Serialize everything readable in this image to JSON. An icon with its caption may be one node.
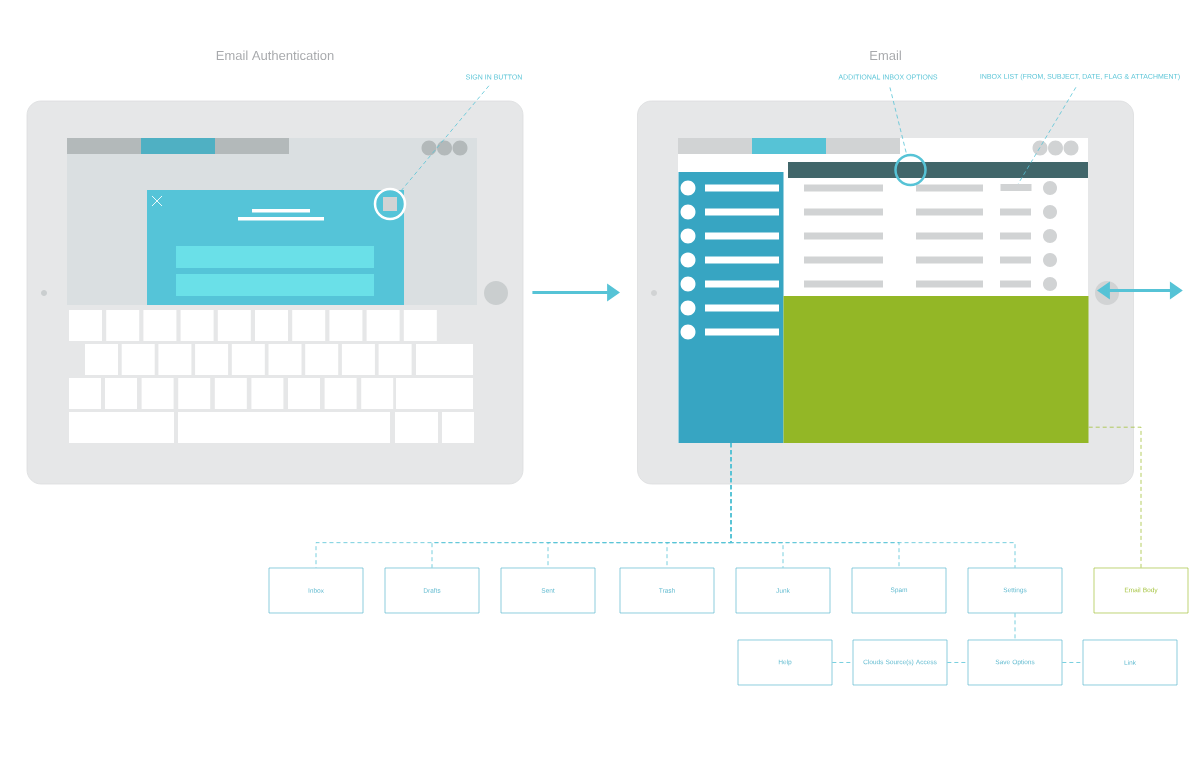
{
  "diagram": {
    "nodes": [
      {
        "text": [
          "Email Authentication"
        ]
      },
      {
        "text": [],
        "shape": "circle",
        "in": 0
      },
      {
        "text": [
          "SIGN IN BUTTON"
        ]
      },
      {
        "text": [
          "Email"
        ]
      },
      {
        "text": [],
        "shape": "circle",
        "in": 3
      },
      {
        "text": [
          "ADDITIONAL INBOX OPTIONS"
        ]
      },
      {
        "text": [],
        "shape": "bar",
        "in": 3
      },
      {
        "text": [
          "INBOX LIST (FROM, SUBJECT, DATE, FLAG & ATTACHMENT)"
        ]
      },
      {
        "text": [],
        "shape": "box",
        "in": 3
      },
      {
        "text": [],
        "shape": "box",
        "in": 3
      },
      {
        "text": [
          "Inbox"
        ]
      },
      {
        "text": [
          "Drafts"
        ]
      },
      {
        "text": [
          "Sent"
        ]
      },
      {
        "text": [
          "Trash"
        ]
      },
      {
        "text": [
          "Junk"
        ]
      },
      {
        "text": [
          "Spam"
        ]
      },
      {
        "text": [
          "Settings"
        ]
      },
      {
        "text": [
          "Email Body"
        ]
      },
      {
        "text": [
          "Help"
        ]
      },
      {
        "text": [
          "Clouds Source(s) Access"
        ]
      },
      {
        "text": [
          "Save Options"
        ]
      },
      {
        "text": [
          "Link"
        ]
      }
    ],
    "edges": [
      {
        "from": 0,
        "to": 3,
        "arrow": "to",
        "style": "thick"
      },
      {
        "from": 3,
        "to": null,
        "arrow": "both",
        "style": "thick"
      },
      {
        "from": 2,
        "to": 1,
        "arrow": "none",
        "style": "dashed"
      },
      {
        "from": 5,
        "to": 4,
        "arrow": "none",
        "style": "dashed"
      },
      {
        "from": 7,
        "to": 6,
        "arrow": "none",
        "style": "dashed"
      },
      {
        "from": 8,
        "to": 10,
        "arrow": "none",
        "style": "dashed"
      },
      {
        "from": 8,
        "to": 11,
        "arrow": "none",
        "style": "dashed"
      },
      {
        "from": 8,
        "to": 12,
        "arrow": "none",
        "style": "dashed"
      },
      {
        "from": 8,
        "to": 13,
        "arrow": "none",
        "style": "dashed"
      },
      {
        "from": 8,
        "to": 14,
        "arrow": "none",
        "style": "dashed"
      },
      {
        "from": 8,
        "to": 15,
        "arrow": "none",
        "style": "dashed"
      },
      {
        "from": 8,
        "to": 16,
        "arrow": "none",
        "style": "dashed"
      },
      {
        "from": 9,
        "to": 17,
        "arrow": "none",
        "style": "dashed",
        "color": "#a3c23b"
      },
      {
        "from": 16,
        "to": 20,
        "arrow": "none",
        "style": "dashed"
      },
      {
        "from": 18,
        "to": 19,
        "arrow": "none",
        "style": "dashed"
      },
      {
        "from": 19,
        "to": 20,
        "arrow": "none",
        "style": "dashed"
      },
      {
        "from": 20,
        "to": 21,
        "arrow": "none",
        "style": "dashed"
      }
    ]
  }
}
